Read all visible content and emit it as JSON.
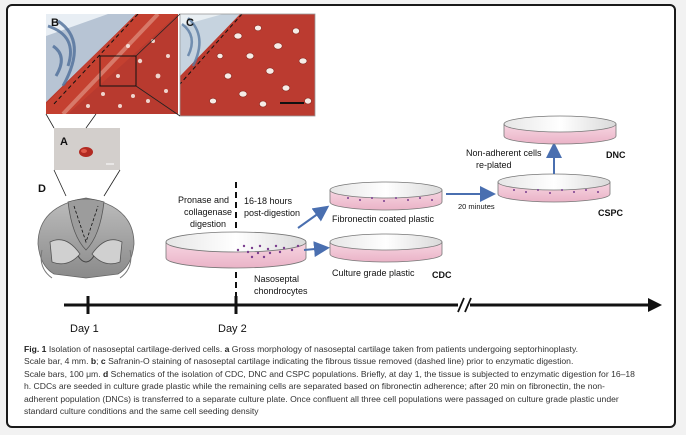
{
  "panels": {
    "b_letter": "B",
    "c_letter": "C",
    "a_letter": "A",
    "d_letter": "D"
  },
  "diagram": {
    "label_pronase": [
      "Pronase and",
      "collagenase",
      "digestion"
    ],
    "label_post_digestion": [
      "16-18 hours",
      "post-digestion"
    ],
    "label_fibronectin": "Fibronectin coated plastic",
    "label_culture_grade": "Culture grade plastic",
    "label_chondrocytes": [
      "Nasoseptal",
      "chondrocytes"
    ],
    "label_twenty_min": "20 minutes",
    "label_non_adherent": [
      "Non-adherent cells",
      "re-plated"
    ],
    "label_cdc": "CDC",
    "label_cspc": "CSPC",
    "label_dnc": "DNC",
    "timeline_day1": "Day 1",
    "timeline_day2": "Day 2"
  },
  "caption": {
    "fig_label": "Fig. 1",
    "line1_rest": " Isolation of nasoseptal cartilage-derived cells. ",
    "a": "a",
    "line1_after_a": " Gross morphology of nasoseptal cartilage taken from patients undergoing septorhinoplasty.",
    "line2_start": "Scale bar, 4 mm. ",
    "b": "b",
    "sep": "; ",
    "c": "c",
    "line2_after_c": " Safranin-O staining of nasoseptal cartilage indicating the fibrous tissue removed (dashed line) prior to enzymatic digestion.",
    "line3_start": "Scale bars, 100 μm. ",
    "d": "d",
    "line3_after_d": " Schematics of the isolation of CDC, DNC and CSPC populations. Briefly, at day 1, the tissue is subjected to enzymatic digestion for 16–18",
    "line4": "h. CDCs are seeded in culture grade plastic while the remaining cells are separated based on fibronectin adherence; after 20 min on fibronectin, the non-",
    "line5": "adherent population (DNCs) is transferred to a separate culture plate. Once confluent all three cell populations were passaged on culture grade plastic under",
    "line6": "standard culture conditions and the same cell seeding density"
  },
  "colors": {
    "arrow_blue": "#4a6fb0",
    "dish_pink": "#f2c6d5",
    "cell_purple": "#7a3d8e",
    "tissue_red": "#b23a2e",
    "tissue_blue": "#5f7fa8"
  }
}
